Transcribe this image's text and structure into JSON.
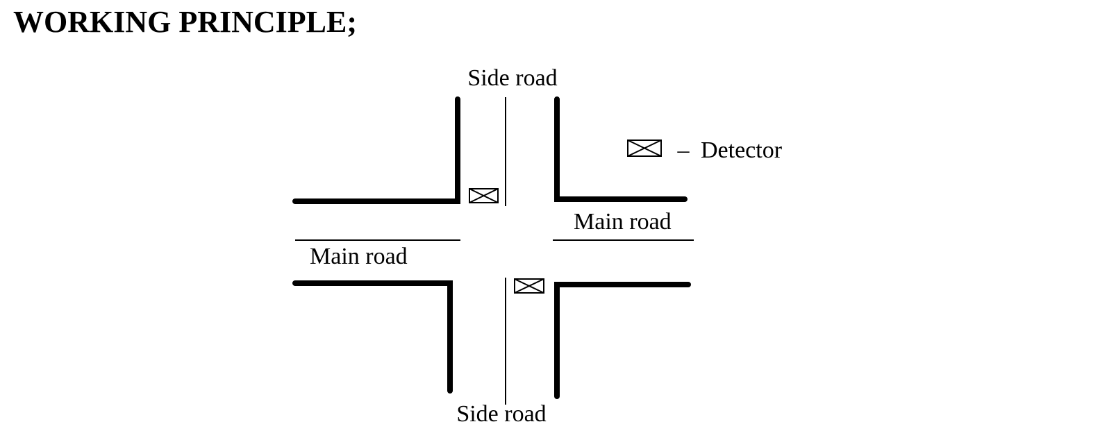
{
  "heading": "WORKING PRINCIPLE;",
  "diagram": {
    "labels": {
      "side_road_top": "Side road",
      "side_road_bottom": "Side road",
      "main_road_left": "Main road",
      "main_road_right": "Main road"
    },
    "legend": {
      "separator": "–",
      "text": "Detector"
    },
    "detector_icon": "rectangle-with-x-icon",
    "detector_count": 2
  }
}
